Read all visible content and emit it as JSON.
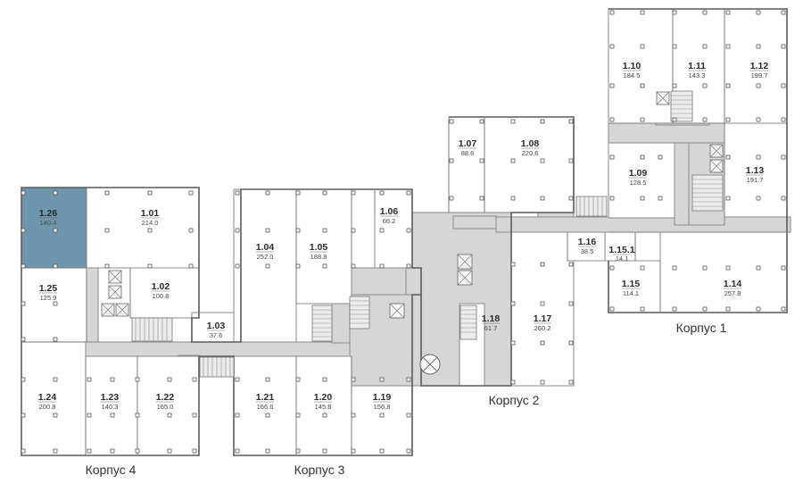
{
  "buildings": [
    {
      "key": "b1",
      "label": "Корпус 1"
    },
    {
      "key": "b2",
      "label": "Корпус 2"
    },
    {
      "key": "b3",
      "label": "Корпус 3"
    },
    {
      "key": "b4",
      "label": "Корпус 4"
    }
  ],
  "units": [
    {
      "id": "u126",
      "number": "1.26",
      "area": "140.4",
      "selected": true
    },
    {
      "id": "u101",
      "number": "1.01",
      "area": "214.0"
    },
    {
      "id": "u125",
      "number": "1.25",
      "area": "125.9"
    },
    {
      "id": "u102",
      "number": "1.02",
      "area": "100.8"
    },
    {
      "id": "u124",
      "number": "1.24",
      "area": "200.8"
    },
    {
      "id": "u123",
      "number": "1.23",
      "area": "140.3"
    },
    {
      "id": "u122",
      "number": "1.22",
      "area": "165.0"
    },
    {
      "id": "u103",
      "number": "1.03",
      "area": "37.6"
    },
    {
      "id": "u104",
      "number": "1.04",
      "area": "252.0"
    },
    {
      "id": "u105",
      "number": "1.05",
      "area": "188.8"
    },
    {
      "id": "u106",
      "number": "1.06",
      "area": "66.2"
    },
    {
      "id": "u121",
      "number": "1.21",
      "area": "166.6"
    },
    {
      "id": "u120",
      "number": "1.20",
      "area": "145.8"
    },
    {
      "id": "u119",
      "number": "1.19",
      "area": "156.8"
    },
    {
      "id": "u107",
      "number": "1.07",
      "area": "88.6"
    },
    {
      "id": "u108",
      "number": "1.08",
      "area": "220.6"
    },
    {
      "id": "u118",
      "number": "1.18",
      "area": "61.7"
    },
    {
      "id": "u117",
      "number": "1.17",
      "area": "260.2"
    },
    {
      "id": "u116",
      "number": "1.16",
      "area": "38.5"
    },
    {
      "id": "u1151",
      "number": "1.15.1",
      "area": "14.1"
    },
    {
      "id": "u110",
      "number": "1.10",
      "area": "184.5"
    },
    {
      "id": "u111",
      "number": "1.11",
      "area": "143.3"
    },
    {
      "id": "u112",
      "number": "1.12",
      "area": "199.7"
    },
    {
      "id": "u109",
      "number": "1.09",
      "area": "128.5"
    },
    {
      "id": "u113",
      "number": "1.13",
      "area": "191.7"
    },
    {
      "id": "u115",
      "number": "1.15",
      "area": "114.1"
    },
    {
      "id": "u114",
      "number": "1.14",
      "area": "257.8"
    }
  ]
}
